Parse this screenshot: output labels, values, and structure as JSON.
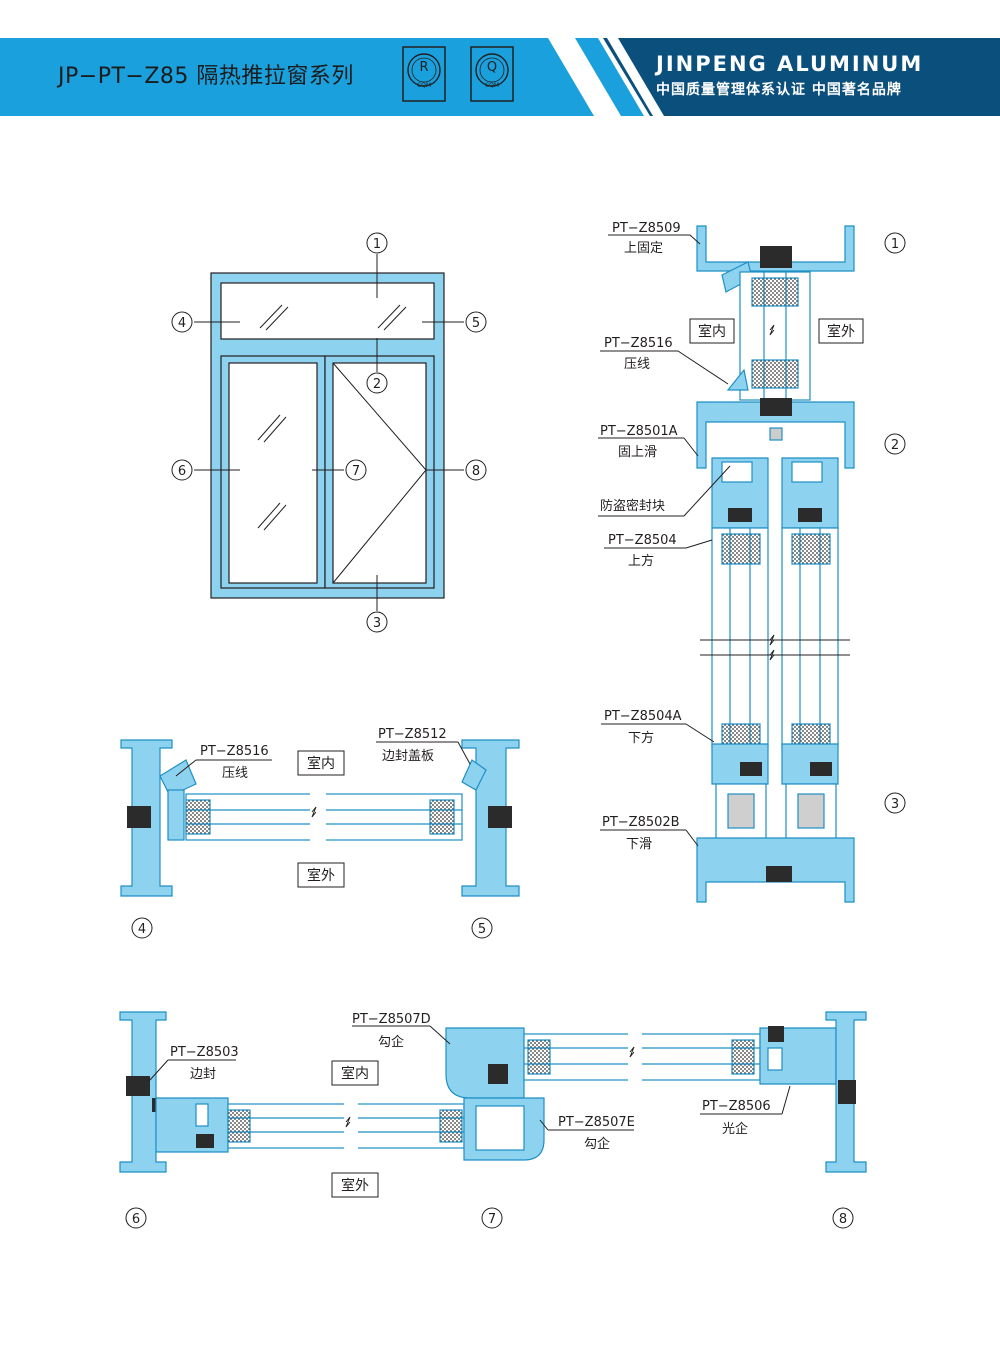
{
  "header": {
    "title": "JP−PT−Z85 隔热推拉窗系列",
    "brand_en": "JINPENG ALUMINUM",
    "brand_cn": "中国质量管理体系认证 中国著名品牌",
    "badges": [
      {
        "mark": "R",
        "text": "CQM"
      },
      {
        "mark": "Q",
        "text": "CQM"
      }
    ],
    "colors": {
      "bar_blue": "#1aa0dc",
      "bar_dark": "#0b4f7c"
    }
  },
  "colors": {
    "profile": "#8dd2ef",
    "profile_stroke": "#1f8fc4",
    "gasket": "#2b2b2b",
    "line": "#231f20"
  },
  "elevation": {
    "callouts": [
      "1",
      "2",
      "3",
      "4",
      "5",
      "6",
      "7",
      "8"
    ]
  },
  "vertical_section": {
    "markers": [
      "1",
      "2",
      "3"
    ],
    "indoor": "室内",
    "outdoor": "室外",
    "labels": [
      {
        "code": "PT−Z8509",
        "name": "上固定"
      },
      {
        "code": "PT−Z8516",
        "name": "压线"
      },
      {
        "code": "PT−Z8501A",
        "name": "固上滑"
      },
      {
        "code": "",
        "name": "防盗密封块"
      },
      {
        "code": "PT−Z8504",
        "name": "上方"
      },
      {
        "code": "PT−Z8504A",
        "name": "下方"
      },
      {
        "code": "PT−Z8502B",
        "name": "下滑"
      }
    ]
  },
  "section_45": {
    "markers": [
      "4",
      "5"
    ],
    "indoor": "室内",
    "outdoor": "室外",
    "labels": [
      {
        "code": "PT−Z8516",
        "name": "压线"
      },
      {
        "code": "PT−Z8512",
        "name": "边封盖板"
      }
    ]
  },
  "section_678": {
    "markers": [
      "6",
      "7",
      "8"
    ],
    "indoor": "室内",
    "outdoor": "室外",
    "labels": [
      {
        "code": "PT−Z8503",
        "name": "边封"
      },
      {
        "code": "PT−Z8507D",
        "name": "勾企"
      },
      {
        "code": "PT−Z8507E",
        "name": "勾企"
      },
      {
        "code": "PT−Z8506",
        "name": "光企"
      }
    ]
  }
}
